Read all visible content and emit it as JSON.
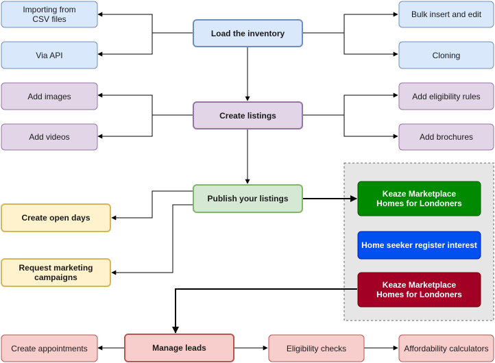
{
  "nodes": {
    "import_csv": "Importing from\nCSV files",
    "via_api": "Via API",
    "load_inventory": "Load the inventory",
    "bulk_insert": "Bulk insert and edit",
    "cloning": "Cloning",
    "add_images": "Add images",
    "add_videos": "Add videos",
    "create_listings": "Create listings",
    "add_eligibility": "Add eligibility rules",
    "add_brochures": "Add brochures",
    "publish": "Publish your listings",
    "keaze_green": "Keaze Marketplace\nHomes for Londoners",
    "home_seeker": "Home seeker register interest",
    "keaze_red": "Keaze Marketplace\nHomes for Londoners",
    "open_days": "Create open days",
    "marketing": "Request marketing\ncampaigns",
    "manage_leads": "Manage leads",
    "appointments": "Create appointments",
    "eligibility_checks": "Eligibility checks",
    "affordability": "Affordability calculators"
  },
  "colors": {
    "blue_fill": "#dae8fc",
    "blue_stroke": "#6c8ebf",
    "purple_fill": "#e1d5e7",
    "purple_stroke": "#9673a6",
    "green_fill": "#d5e8d4",
    "green_stroke": "#82b366",
    "yellow_fill": "#fff2cc",
    "yellow_stroke": "#d6b656",
    "red_fill": "#f8cecc",
    "red_stroke": "#b85450",
    "keaze_green": "#008a00",
    "seeker_blue": "#0050ef",
    "keaze_red": "#a20025",
    "group_fill": "#e6e6e6",
    "group_stroke": "#666666",
    "edge": "#000000"
  }
}
